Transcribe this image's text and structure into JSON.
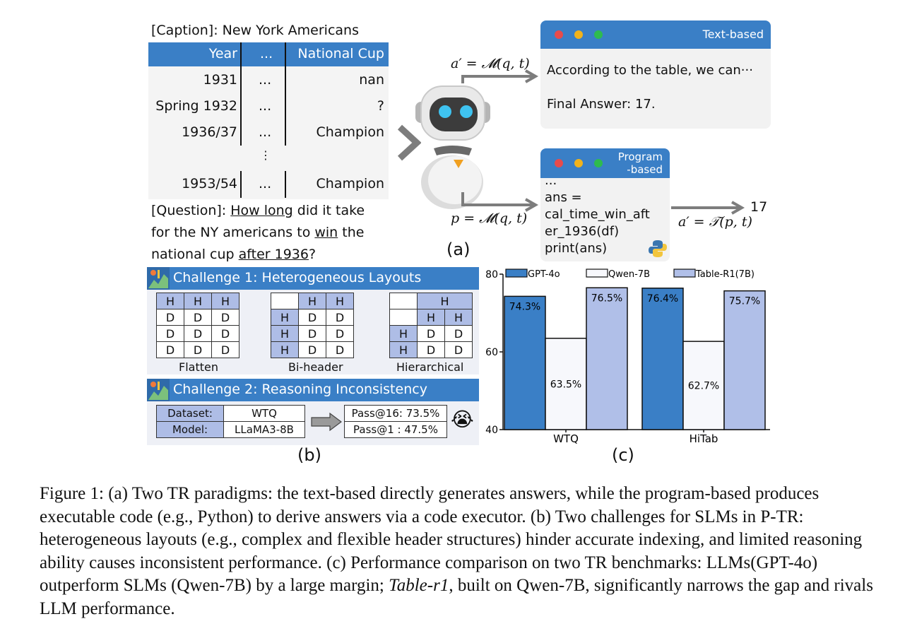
{
  "panel_a": {
    "caption_label": "[Caption]: New York Americans",
    "table": {
      "headers": [
        "Year",
        "...",
        "National Cup"
      ],
      "rows": [
        [
          "1931",
          "...",
          "nan"
        ],
        [
          "Spring 1932",
          "...",
          "?"
        ],
        [
          "1936/37",
          "...",
          "Champion"
        ],
        [
          "⋮",
          "",
          ""
        ],
        [
          "1953/54",
          "...",
          "Champion"
        ]
      ]
    },
    "question_prefix": "[Question]: ",
    "question_how_long": "How long",
    "question_mid1": " did it take for the NY americans to ",
    "question_win": "win",
    "question_mid2": " the national cup ",
    "question_after": "after 1936",
    "question_end": "?",
    "formula_text": "a′ = 𝓜(q, t)",
    "formula_program": "p = 𝓜(q, t)",
    "formula_exec": "a′ = 𝒯(p, t)",
    "exec_result": "17",
    "text_box": {
      "title": "Text-based",
      "line1": "According to the table, we can···",
      "line2": "Final Answer: 17."
    },
    "program_box": {
      "title_line1": "Program",
      "title_line2": "-based",
      "code": [
        "...",
        "ans =",
        "cal_time_win_aft",
        "er_1936(df)",
        "print(ans)"
      ]
    },
    "label": "(a)"
  },
  "panel_b": {
    "challenge1_title": "Challenge 1: Heterogeneous Layouts",
    "grid_labels": [
      "Flatten",
      "Bi-header",
      "Hierarchical"
    ],
    "cell_h": "H",
    "cell_d": "D",
    "challenge2_title": "Challenge 2: Reasoning Inconsistency",
    "dataset_key": "Dataset:",
    "dataset_val": "WTQ",
    "model_key": "Model:",
    "model_val": "LLaMA3-8B",
    "pass16": "Pass@16: 73.5%",
    "pass1": "Pass@1 : 47.5%",
    "emoji": "😭",
    "label": "(b)"
  },
  "chart_data": {
    "type": "bar",
    "categories": [
      "WTQ",
      "HiTab"
    ],
    "series": [
      {
        "name": "GPT-4o",
        "values": [
          74.3,
          76.4
        ],
        "labels": [
          "74.3%",
          "76.4%"
        ],
        "color": "#3a7fc6"
      },
      {
        "name": "Qwen-7B",
        "values": [
          63.5,
          62.7
        ],
        "labels": [
          "63.5%",
          "62.7%"
        ],
        "color": "#f7f8fc"
      },
      {
        "name": "Table-R1(7B)",
        "values": [
          76.5,
          75.7
        ],
        "labels": [
          "76.5%",
          "75.7%"
        ],
        "color": "#b0bfe8"
      }
    ],
    "ylim": [
      40,
      80
    ],
    "yticks": [
      40,
      60,
      80
    ],
    "legend": "top",
    "label": "(c)"
  },
  "caption": "Figure 1: (a) Two TR paradigms: the text-based directly generates answers, while the program-based produces executable code (e.g., Python) to derive answers via a code executor. (b) Two challenges for SLMs in P-TR: heterogeneous layouts (e.g., complex and flexible header structures) hinder accurate indexing, and limited reasoning ability causes inconsistent performance. (c) Performance comparison on two TR benchmarks: LLMs(GPT-4o) outperform SLMs (Qwen-7B) by a large margin;",
  "caption_italic": "Table-r1",
  "caption_tail": ", built on Qwen-7B, significantly narrows the gap and rivals LLM performance."
}
